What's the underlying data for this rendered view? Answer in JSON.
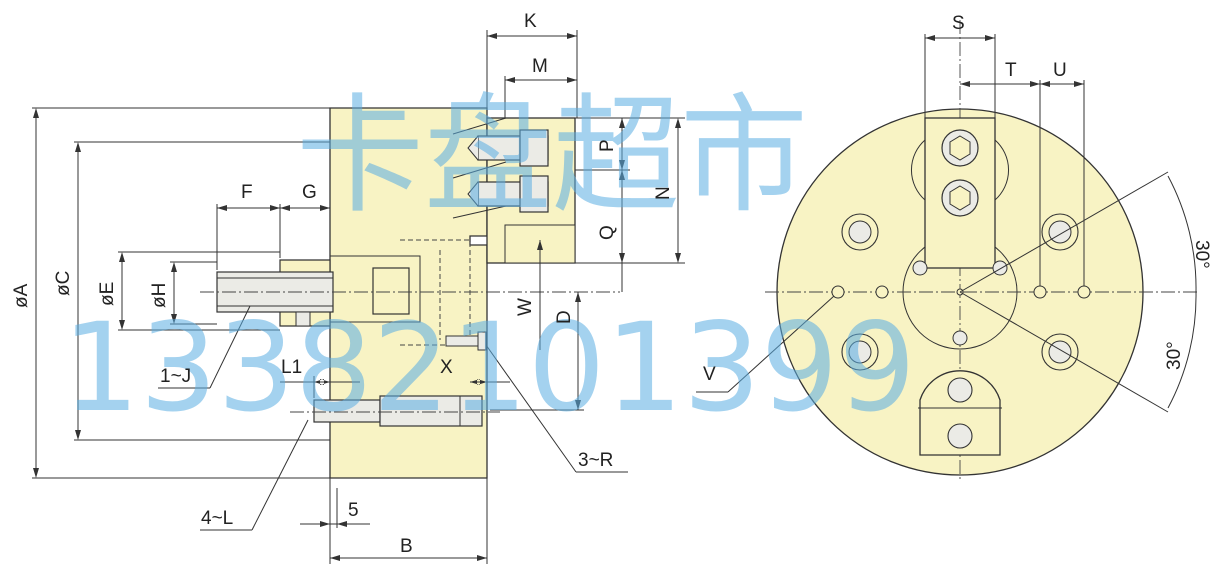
{
  "colors": {
    "body_fill": "#f8f3c4",
    "line": "#333333",
    "watermark": "#5aaee3",
    "screw_fill": "#ebebe6"
  },
  "dimensions": {
    "K": "K",
    "M": "M",
    "S": "S",
    "T": "T",
    "U": "U",
    "F": "F",
    "G": "G",
    "P": "P",
    "N": "N",
    "Q": "Q",
    "W": "W",
    "D": "D",
    "A": "øA",
    "C": "øC",
    "E": "øE",
    "H": "øH",
    "J": "1~J",
    "L1": "L1",
    "X": "X",
    "R": "3~R",
    "L": "4~L",
    "five": "5",
    "B": "B",
    "V": "V",
    "angle_top": "30°",
    "angle_bottom": "30°"
  },
  "watermark": {
    "brand": "卡盘超市",
    "phone": "13382101399"
  }
}
